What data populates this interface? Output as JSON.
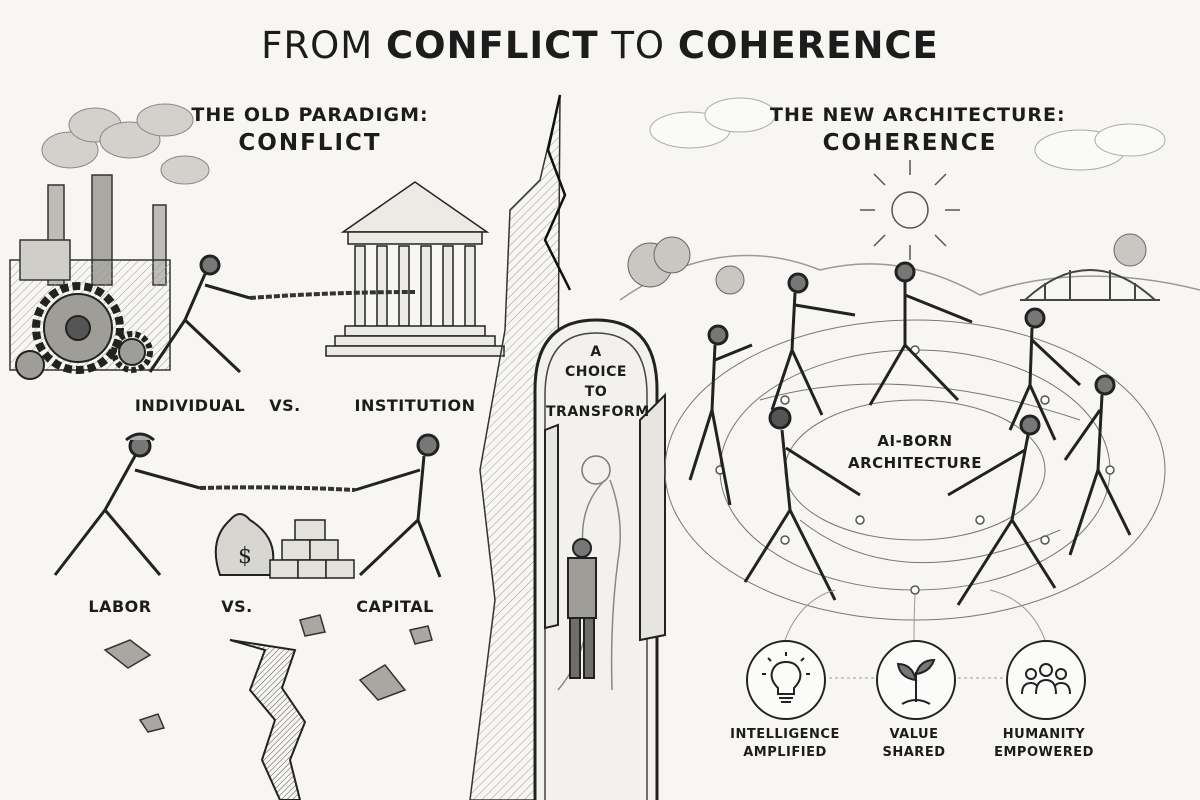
{
  "title": {
    "prefix": "FROM",
    "word1": "CONFLICT",
    "middle": "TO",
    "word2": "COHERENCE"
  },
  "left": {
    "heading_top": "THE OLD PARADIGM:",
    "heading_big": "CONFLICT",
    "pair1": {
      "a": "INDIVIDUAL",
      "vs": "VS.",
      "b": "INSTITUTION"
    },
    "pair2": {
      "a": "LABOR",
      "vs": "VS.",
      "b": "CAPITAL"
    }
  },
  "gate": {
    "line1": "A",
    "line2": "CHOICE",
    "line3": "TO",
    "line4": "TRANSFORM"
  },
  "right": {
    "heading_top": "THE NEW ARCHITECTURE:",
    "heading_big": "COHERENCE",
    "circle_line1": "AI-BORN",
    "circle_line2": "ARCHITECTURE",
    "icons": [
      {
        "icon": "lightbulb-icon",
        "line1": "INTELLIGENCE",
        "line2": "AMPLIFIED"
      },
      {
        "icon": "sprout-icon",
        "line1": "VALUE",
        "line2": "SHARED"
      },
      {
        "icon": "people-icon",
        "line1": "HUMANITY",
        "line2": "EMPOWERED"
      }
    ]
  }
}
